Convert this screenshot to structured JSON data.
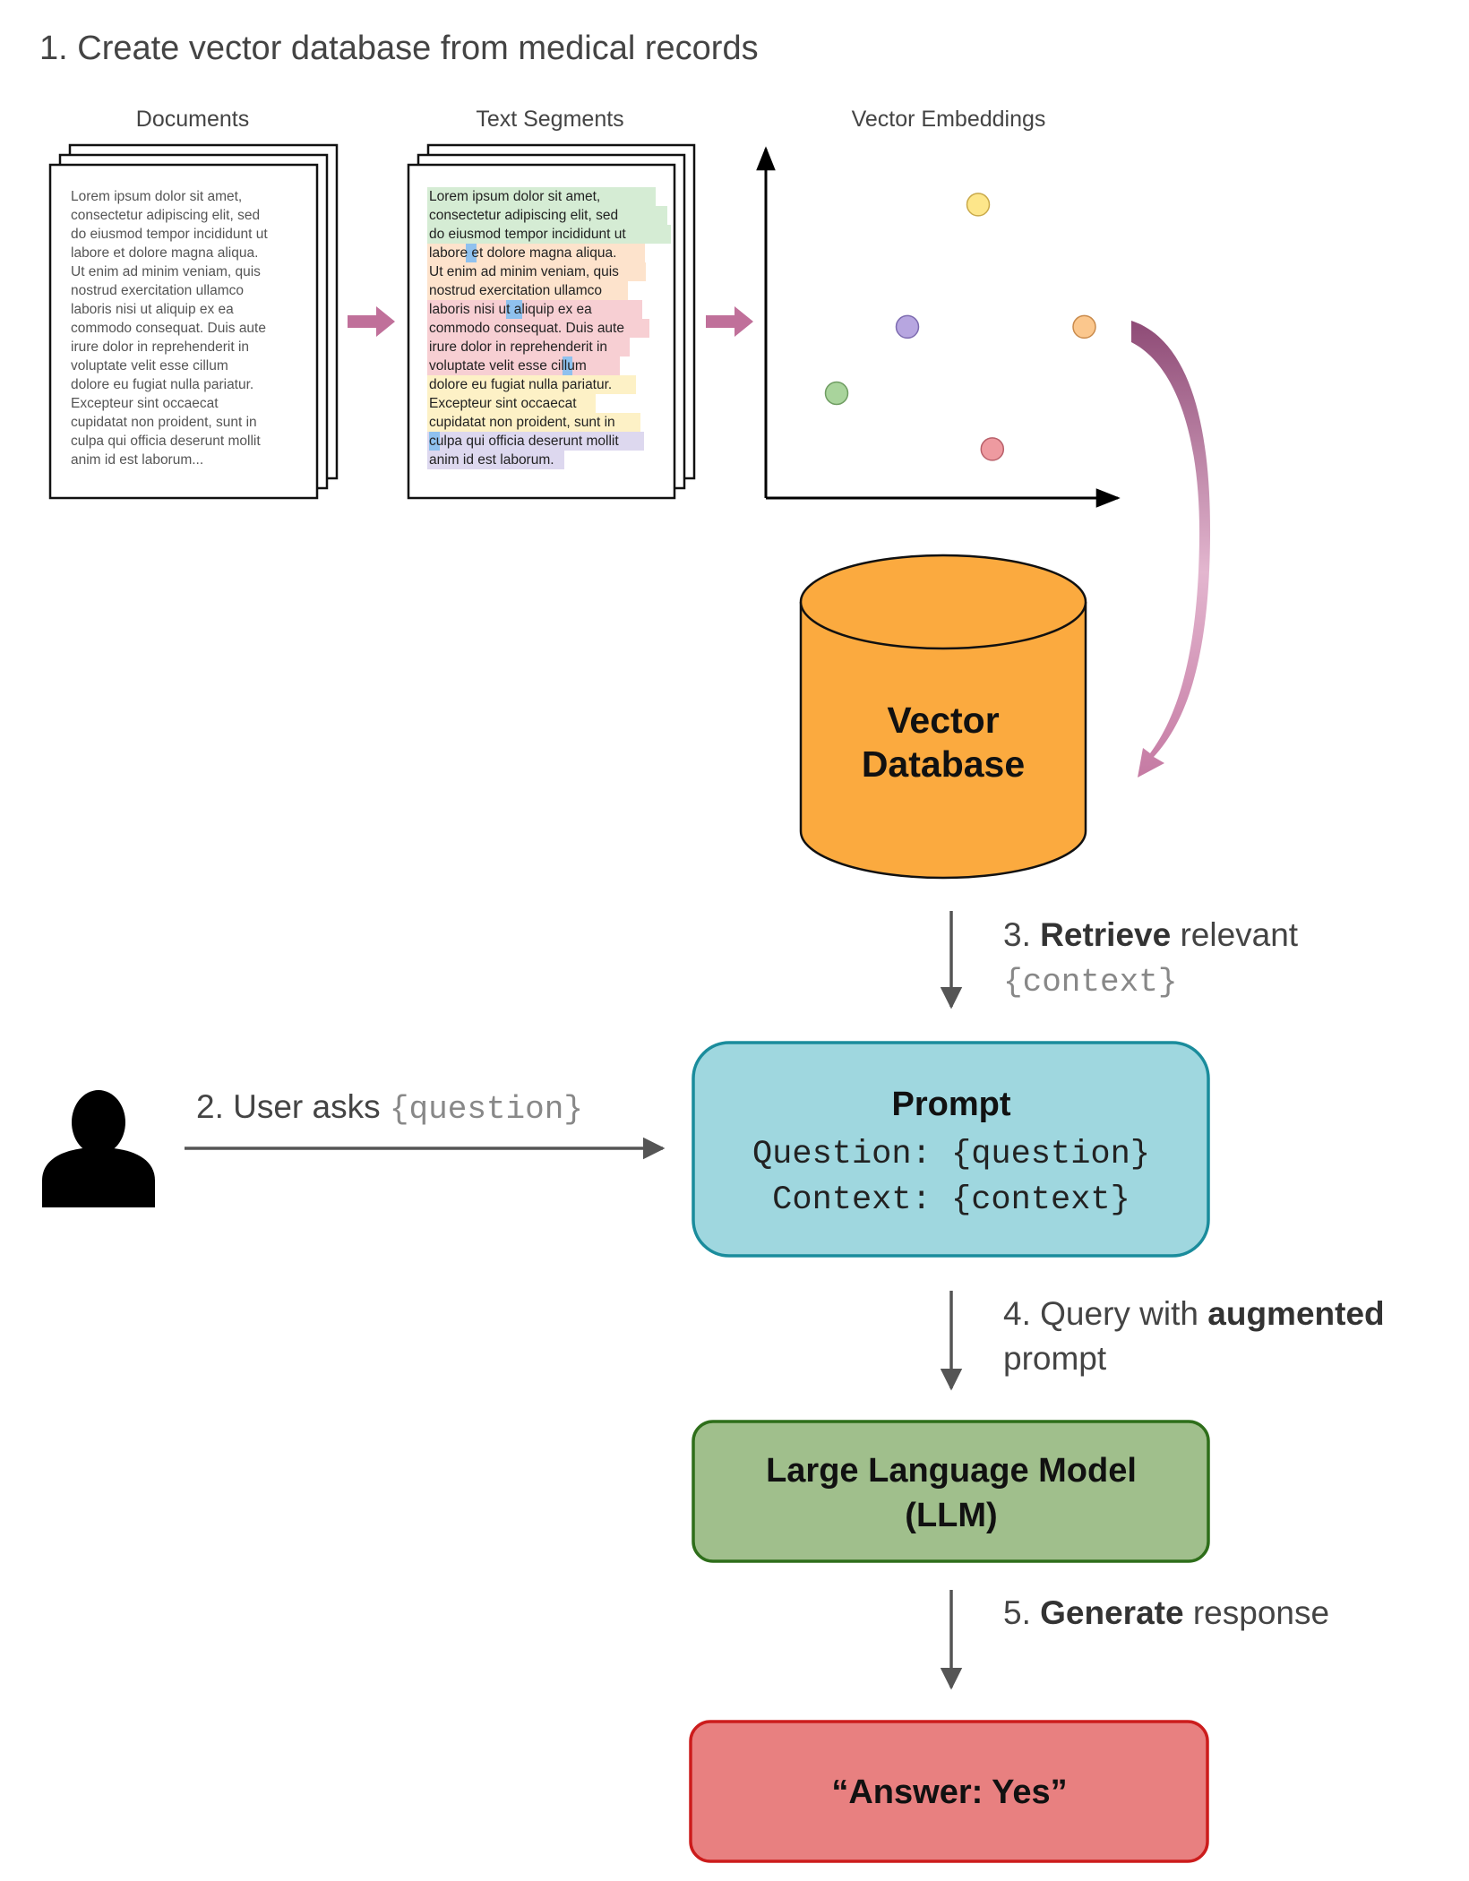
{
  "title": "1. Create vector database from medical records",
  "columns": {
    "documents": "Documents",
    "segments": "Text Segments",
    "embeddings": "Vector Embeddings"
  },
  "document_lines": [
    "Lorem ipsum dolor sit amet,",
    "consectetur adipiscing elit, sed",
    "do eiusmod tempor incididunt ut",
    "labore et dolore magna aliqua.",
    "Ut enim ad minim veniam, quis",
    "nostrud exercitation ullamco",
    "laboris nisi ut aliquip ex ea",
    "commodo consequat. Duis aute",
    "irure dolor in reprehenderit in",
    "voluptate velit esse cillum",
    "dolore eu fugiat nulla pariatur.",
    "Excepteur sint occaecat",
    "cupidatat non proident, sunt in",
    "culpa qui officia deserunt mollit",
    "anim id est laborum..."
  ],
  "segment_lines": [
    "Lorem ipsum dolor sit amet,",
    "consectetur adipiscing elit, sed",
    "do eiusmod tempor incididunt ut",
    "labore et dolore magna aliqua.",
    "Ut enim ad minim veniam, quis",
    "nostrud exercitation ullamco",
    "laboris nisi ut aliquip ex ea",
    "commodo consequat. Duis aute",
    "irure dolor in reprehenderit in",
    "voluptate velit esse cillum",
    "dolore eu fugiat nulla pariatur.",
    "Excepteur sint occaecat",
    "cupidatat non proident, sunt in",
    "culpa qui officia deserunt mollit",
    "anim id est laborum."
  ],
  "segment_colors": {
    "green": "#d5ecd4",
    "orange": "#fde3cc",
    "red": "#f7cfd3",
    "yellow": "#fdf1c6",
    "purple": "#ddd8ef",
    "overlap": "#8fc1ee"
  },
  "segment_line_colors": [
    "green",
    "green",
    "green",
    "orange",
    "orange",
    "orange",
    "red",
    "red",
    "red",
    "red",
    "yellow",
    "yellow",
    "yellow",
    "purple",
    "purple"
  ],
  "embedding_points": [
    {
      "label": "yellow",
      "x": 0.6,
      "y": 0.84,
      "fill": "#fde68a",
      "stroke": "#c9a94a"
    },
    {
      "label": "purple",
      "x": 0.4,
      "y": 0.49,
      "fill": "#b7a6e0",
      "stroke": "#7d6bb0"
    },
    {
      "label": "orange",
      "x": 0.9,
      "y": 0.49,
      "fill": "#fbc78d",
      "stroke": "#c98a4b"
    },
    {
      "label": "green",
      "x": 0.2,
      "y": 0.3,
      "fill": "#a9d49c",
      "stroke": "#6f9d62"
    },
    {
      "label": "red",
      "x": 0.64,
      "y": 0.14,
      "fill": "#ee9aa0",
      "stroke": "#b9606a"
    }
  ],
  "database": {
    "line1": "Vector",
    "line2": "Database",
    "fill": "#fbaa3f"
  },
  "step2": {
    "prefix": "2. User asks ",
    "var": "{question}"
  },
  "step3": {
    "num": "3. ",
    "bold": "Retrieve",
    "rest": " relevant",
    "var": "{context}"
  },
  "prompt": {
    "title": "Prompt",
    "line1": "Question: {question}",
    "line2": "Context: {context}",
    "fill": "#9fd7df",
    "stroke": "#1a8c9c"
  },
  "step4": {
    "prefix": "4. Query with ",
    "bold": "augmented",
    "line2": "prompt"
  },
  "llm": {
    "line1": "Large Language Model",
    "line2": "(LLM)",
    "fill": "#a0bf8c",
    "stroke": "#2e6e1a"
  },
  "step5": {
    "num": "5. ",
    "bold": "Generate",
    "rest": " response"
  },
  "answer": {
    "text": "“Answer: Yes”",
    "fill": "#e88080",
    "stroke": "#cc1c1c"
  },
  "colors": {
    "flow_arrow": "#c0709a",
    "connector": "#555555"
  }
}
